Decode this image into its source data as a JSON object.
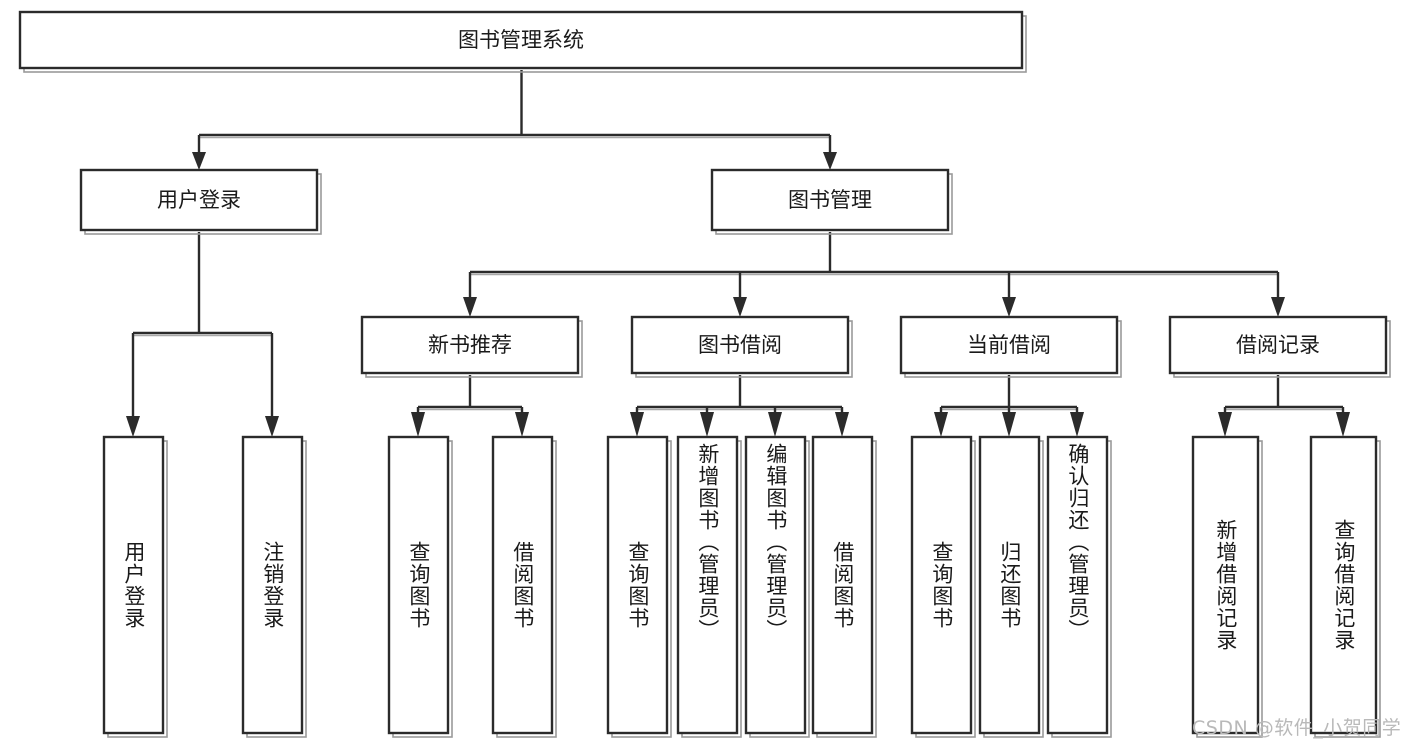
{
  "diagram": {
    "type": "tree-hierarchy",
    "title": "图书管理系统",
    "root": {
      "label": "图书管理系统",
      "id": "root-system"
    },
    "level2": [
      {
        "id": "user-login",
        "label": "用户登录"
      },
      {
        "id": "book-management",
        "label": "图书管理"
      }
    ],
    "level3": [
      {
        "id": "new-book-recommend",
        "label": "新书推荐",
        "parent": "book-management"
      },
      {
        "id": "book-borrow",
        "label": "图书借阅",
        "parent": "book-management"
      },
      {
        "id": "current-borrow",
        "label": "当前借阅",
        "parent": "book-management"
      },
      {
        "id": "borrow-record",
        "label": "借阅记录",
        "parent": "book-management"
      }
    ],
    "leaves": {
      "user-login": [
        {
          "id": "leaf-user-login",
          "label": "用户登录"
        },
        {
          "id": "leaf-logout-login",
          "label": "注销登录"
        }
      ],
      "new-book-recommend": [
        {
          "id": "leaf-query-book-1",
          "label": "查询图书"
        },
        {
          "id": "leaf-borrow-book-1",
          "label": "借阅图书"
        }
      ],
      "book-borrow": [
        {
          "id": "leaf-query-book-2",
          "label": "查询图书"
        },
        {
          "id": "leaf-add-book",
          "label": "新增图书（管理员）"
        },
        {
          "id": "leaf-edit-book",
          "label": "编辑图书（管理员）"
        },
        {
          "id": "leaf-borrow-book-2",
          "label": "借阅图书"
        }
      ],
      "current-borrow": [
        {
          "id": "leaf-query-book-3",
          "label": "查询图书"
        },
        {
          "id": "leaf-return-book",
          "label": "归还图书"
        },
        {
          "id": "leaf-confirm-return",
          "label": "确认归还（管理员）"
        }
      ],
      "borrow-record": [
        {
          "id": "leaf-add-record",
          "label": "新增借阅记录"
        },
        {
          "id": "leaf-query-record",
          "label": "查询借阅记录"
        }
      ]
    }
  },
  "watermark": {
    "text": "CSDN @软件_小贺同学"
  },
  "colors": {
    "stroke": "#2b2b2b",
    "fill": "#ffffff",
    "shadow": "#9a9a9a",
    "text": "#1a1a1a",
    "watermark": "#b9b9b9"
  }
}
